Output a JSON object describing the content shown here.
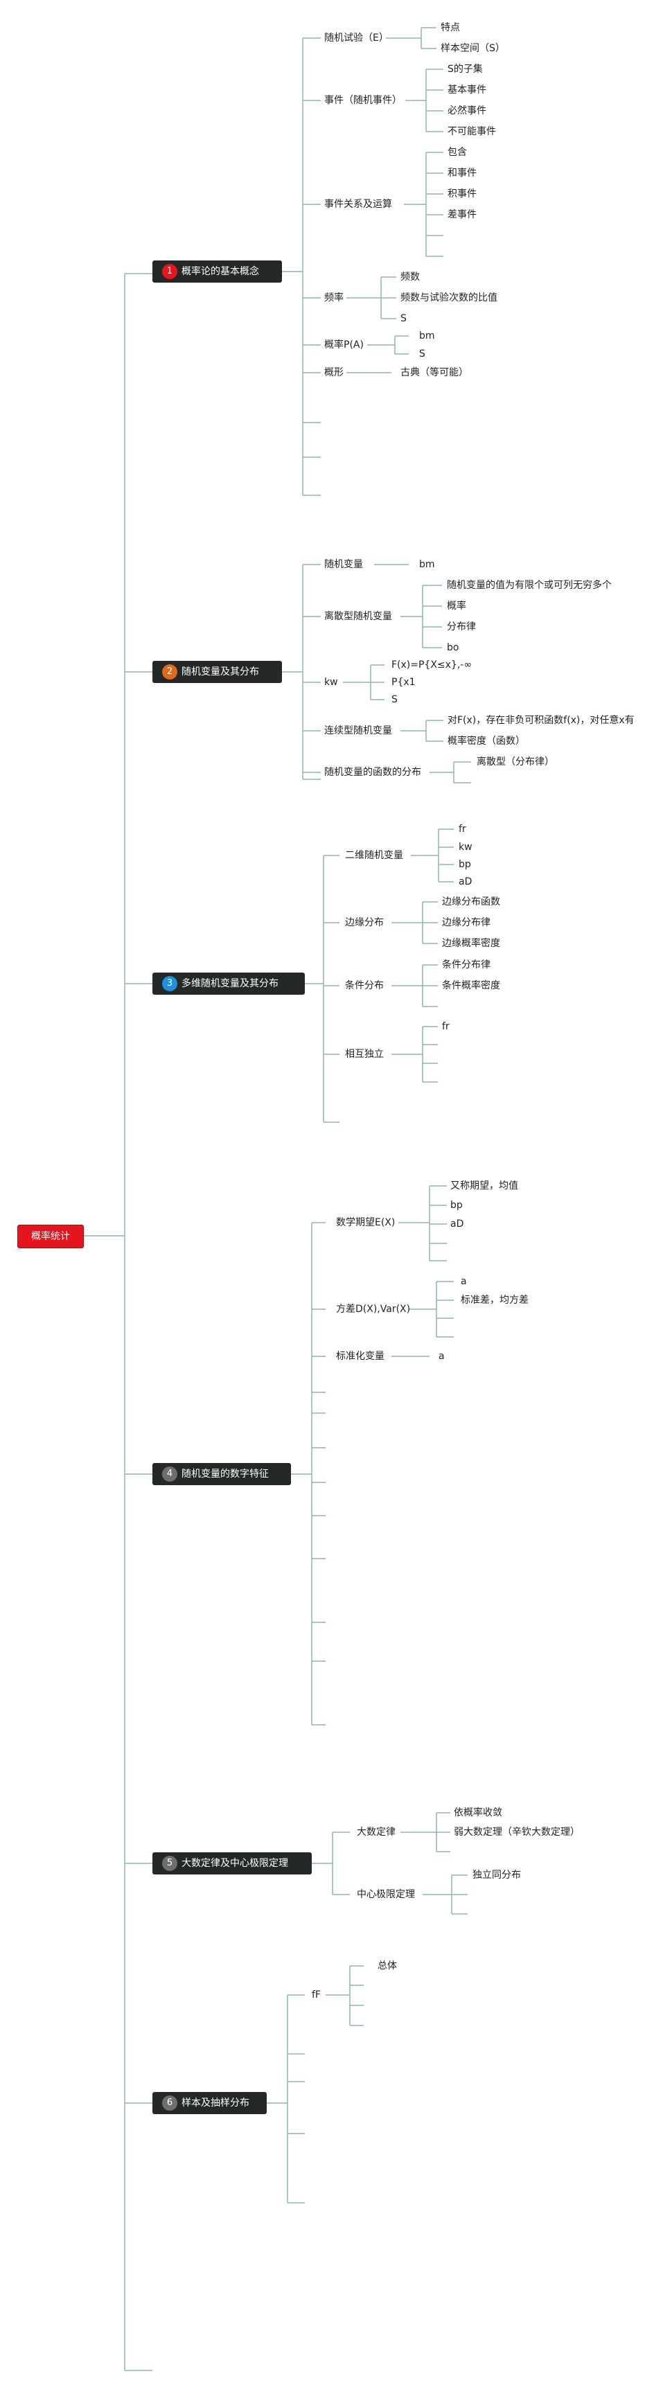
{
  "root": "概率统计",
  "chapters": [
    {
      "num": "1",
      "badge_color": "#e4151c",
      "label": "概率论的基本概念",
      "children": [
        {
          "label": "随机试验（E）",
          "children": [
            "特点",
            "样本空间（S）"
          ]
        },
        {
          "label": "事件（随机事件）",
          "children": [
            "S的子集",
            "基本事件",
            "必然事件",
            "不可能事件"
          ]
        },
        {
          "label": "事件关系及运算",
          "children": [
            "包含",
            "和事件",
            "积事件",
            "差事件"
          ]
        },
        {
          "label": "频率",
          "children": [
            "频数",
            "频数与试验次数的比值",
            "S"
          ]
        },
        {
          "label": "概率P(A)",
          "children": [
            "bm",
            "S"
          ]
        },
        {
          "label": "概形",
          "children": [
            "古典（等可能）"
          ]
        }
      ]
    },
    {
      "num": "2",
      "badge_color": "#e0691a",
      "label": "随机变量及其分布",
      "children": [
        {
          "label": "随机变量",
          "children": [
            "bm"
          ]
        },
        {
          "label": "离散型随机变量",
          "children": [
            "随机变量的值为有限个或可列无穷多个",
            "概率",
            "分布律",
            "bo"
          ]
        },
        {
          "label": "kw",
          "children": [
            "F(x)=P{X≤x},-∞",
            "P{x1",
            "S"
          ]
        },
        {
          "label": "连续型随机变量",
          "children": [
            "对F(x)，存在非负可积函数f(x)，对任意x有",
            "概率密度（函数）"
          ]
        },
        {
          "label": "随机变量的函数的分布",
          "children": [
            "离散型（分布律）"
          ]
        }
      ]
    },
    {
      "num": "3",
      "badge_color": "#1f8fe0",
      "label": "多维随机变量及其分布",
      "children": [
        {
          "label": "二维随机变量",
          "children": [
            "fr",
            "kw",
            "bp",
            "aD"
          ]
        },
        {
          "label": "边缘分布",
          "children": [
            "边缘分布函数",
            "边缘分布律",
            "边缘概率密度"
          ]
        },
        {
          "label": "条件分布",
          "children": [
            "条件分布律",
            "条件概率密度"
          ]
        },
        {
          "label": "相互独立",
          "children": [
            "fr"
          ]
        }
      ]
    },
    {
      "num": "4",
      "badge_color": "#6e6e6e",
      "label": "随机变量的数字特征",
      "children": [
        {
          "label": "数学期望E(X)",
          "children": [
            "又称期望，均值",
            "bp",
            "aD"
          ]
        },
        {
          "label": "方差D(X),Var(X)",
          "children": [
            "a",
            "标准差，均方差"
          ]
        },
        {
          "label": "标准化变量",
          "children": [
            "a"
          ]
        }
      ]
    },
    {
      "num": "5",
      "badge_color": "#6e6e6e",
      "label": "大数定律及中心极限定理",
      "children": [
        {
          "label": "大数定律",
          "children": [
            "依概率收敛",
            "弱大数定理（辛钦大数定理）"
          ]
        },
        {
          "label": "中心极限定理",
          "children": [
            "独立同分布"
          ]
        }
      ]
    },
    {
      "num": "6",
      "badge_color": "#6e6e6e",
      "label": "样本及抽样分布",
      "children": [
        {
          "label": "fF",
          "children": [
            "总体"
          ]
        }
      ]
    }
  ]
}
